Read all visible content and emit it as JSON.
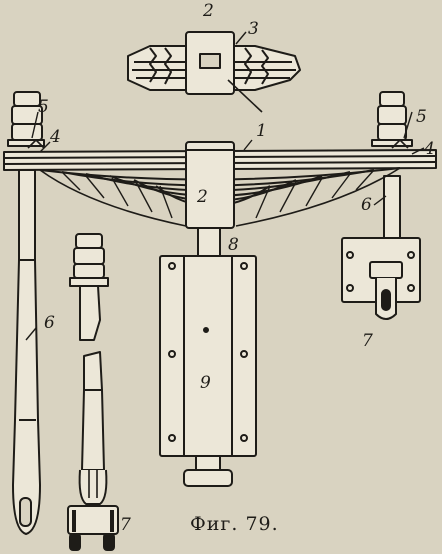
{
  "labels": {
    "l1": "1",
    "l2_top": "2",
    "l3": "3",
    "l5_left": "5",
    "l4_left": "4",
    "l5_right": "5",
    "l4_right": "4",
    "l2_mid": "2",
    "l6_right": "6",
    "l8": "8",
    "l6_left": "6",
    "l9": "9",
    "l7_right": "7",
    "l7_bottom": "7"
  },
  "caption": "Фиг. 79.",
  "colors": {
    "paper": "#d9d3c1",
    "ink": "#1e1c18",
    "part_fill": "#ece7d8"
  }
}
